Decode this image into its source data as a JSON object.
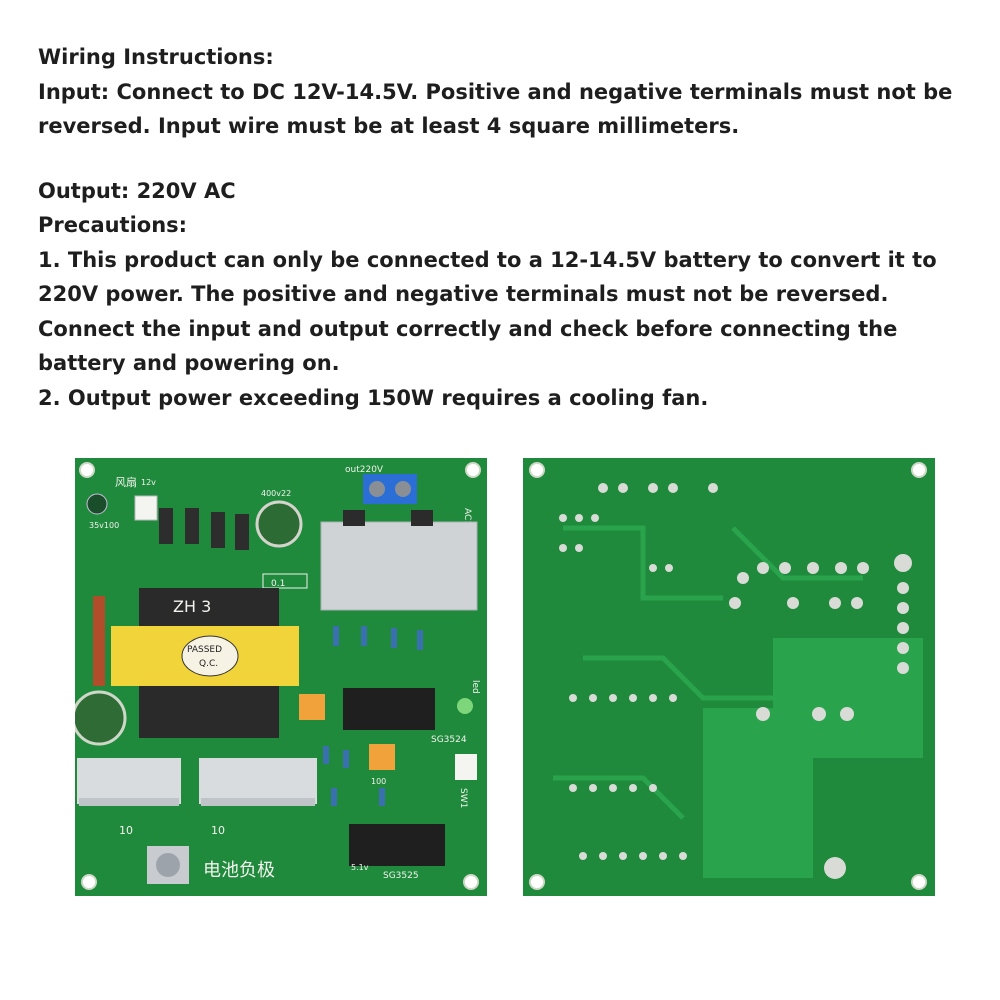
{
  "instructions": {
    "heading": "Wiring Instructions:",
    "input": "Input: Connect to DC 12V-14.5V. Positive and negative terminals must not be reversed. Input wire must be at least 4 square millimeters.",
    "output": "Output: 220V AC",
    "precautions_heading": "Precautions:",
    "precaution_1": "1. This product can only be connected to a 12-14.5V battery to convert it to 220V power. The positive and negative terminals must not be reversed. Connect the input and output correctly and check before connecting the battery and powering on.",
    "precaution_2": "2. Output power exceeding 150W requires a cooling fan."
  },
  "board_front": {
    "fan_label": "风扇",
    "fan_voltage": "12v",
    "cap_label": "35v100",
    "transformer_label": "ZH 3",
    "qc_line1": "PASSED",
    "qc_line2": "Q.C.",
    "out_label": "out220V",
    "ac_label": "AC1",
    "chip1_label": "SG3524",
    "chip2_label": "SG3525",
    "led_label": "led",
    "switch_label": "SW1",
    "battery_label": "电池负极",
    "heatsink_left_label": "10",
    "heatsink_right_label": "10",
    "cap_big_label": "400v22",
    "resistor_label": "0.1",
    "zener_label": "5.1v",
    "pot_label": "100"
  },
  "colors": {
    "pcb_green": "#1f8a3c",
    "silkscreen": "#f2f2ee",
    "transformer_yellow": "#f1d43a",
    "terminal_blue": "#2b6fd6",
    "text": "#1e1e1e"
  }
}
